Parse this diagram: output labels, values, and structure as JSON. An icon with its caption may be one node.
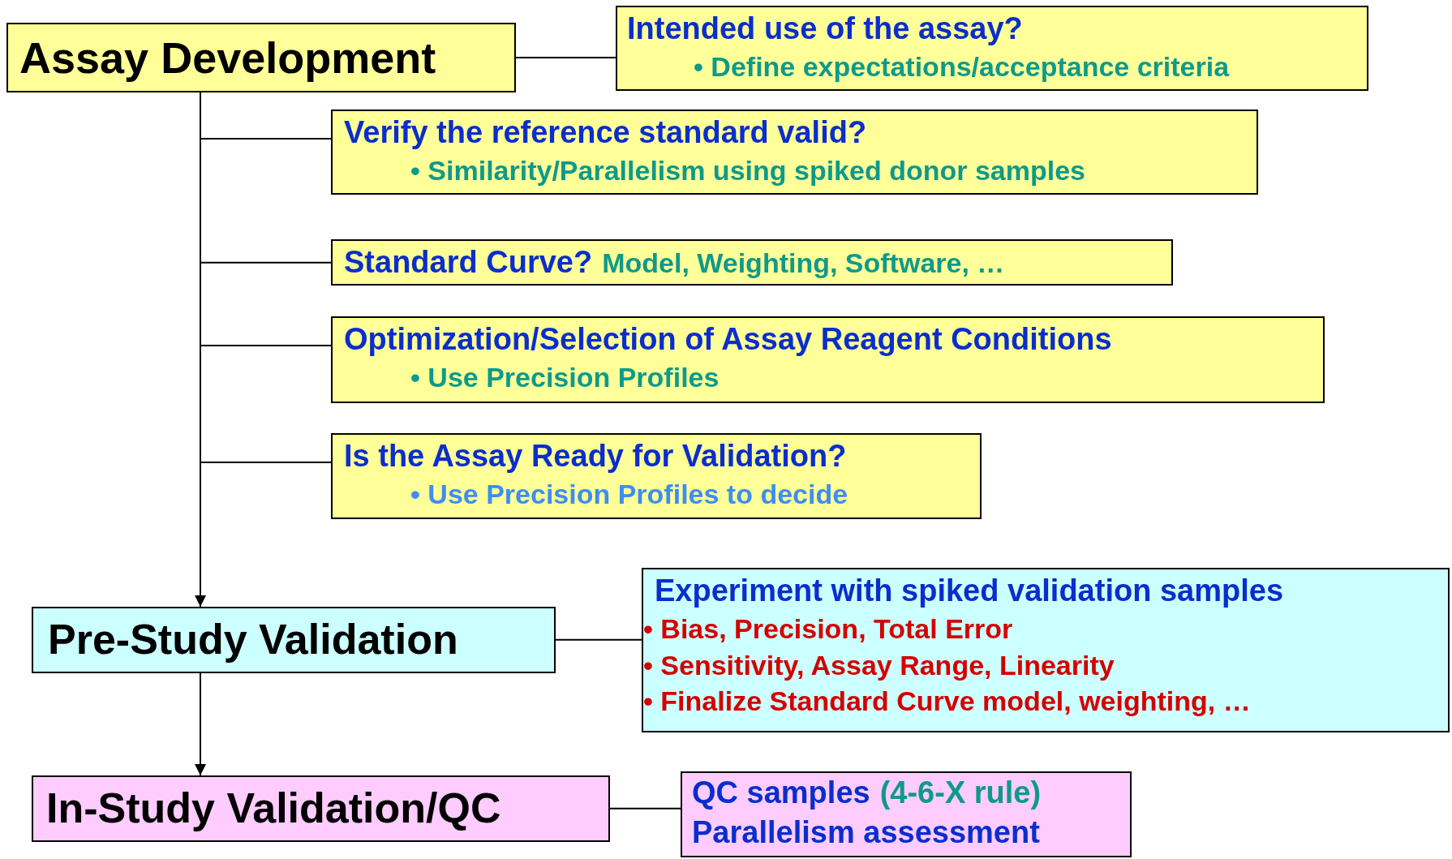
{
  "diagram": {
    "nodes": [
      {
        "text": [
          "Assay Development"
        ]
      },
      {
        "text": [
          "Intended use of the assay?",
          "• Define expectations/acceptance criteria"
        ]
      },
      {
        "text": [
          "Verify the reference standard valid?",
          "• Similarity/Parallelism using spiked donor samples"
        ]
      },
      {
        "text": [
          "Standard Curve?",
          "Model, Weighting, Software, …"
        ]
      },
      {
        "text": [
          "Optimization/Selection of Assay Reagent Conditions",
          "• Use Precision Profiles"
        ]
      },
      {
        "text": [
          "Is the Assay Ready for Validation?",
          "• Use Precision Profiles to decide"
        ]
      },
      {
        "text": [
          "Pre-Study Validation"
        ]
      },
      {
        "text": [
          "Experiment with spiked validation samples",
          "• Bias, Precision, Total Error",
          "• Sensitivity, Assay Range, Linearity",
          "• Finalize Standard Curve model, weighting, …"
        ]
      },
      {
        "text": [
          "In-Study Validation/QC"
        ]
      },
      {
        "text": [
          "QC samples",
          "(4-6-X rule)",
          "Parallelism assessment"
        ]
      }
    ],
    "edges": [
      {
        "from": 0,
        "to": 1,
        "arrow": "none"
      },
      {
        "from": 0,
        "to": 2,
        "arrow": "none"
      },
      {
        "from": 0,
        "to": 3,
        "arrow": "none"
      },
      {
        "from": 0,
        "to": 4,
        "arrow": "none"
      },
      {
        "from": 0,
        "to": 5,
        "arrow": "none"
      },
      {
        "from": 0,
        "to": 6,
        "arrow": "to"
      },
      {
        "from": 6,
        "to": 7,
        "arrow": "none"
      },
      {
        "from": 6,
        "to": 8,
        "arrow": "to"
      },
      {
        "from": 8,
        "to": 9,
        "arrow": "none"
      }
    ]
  }
}
